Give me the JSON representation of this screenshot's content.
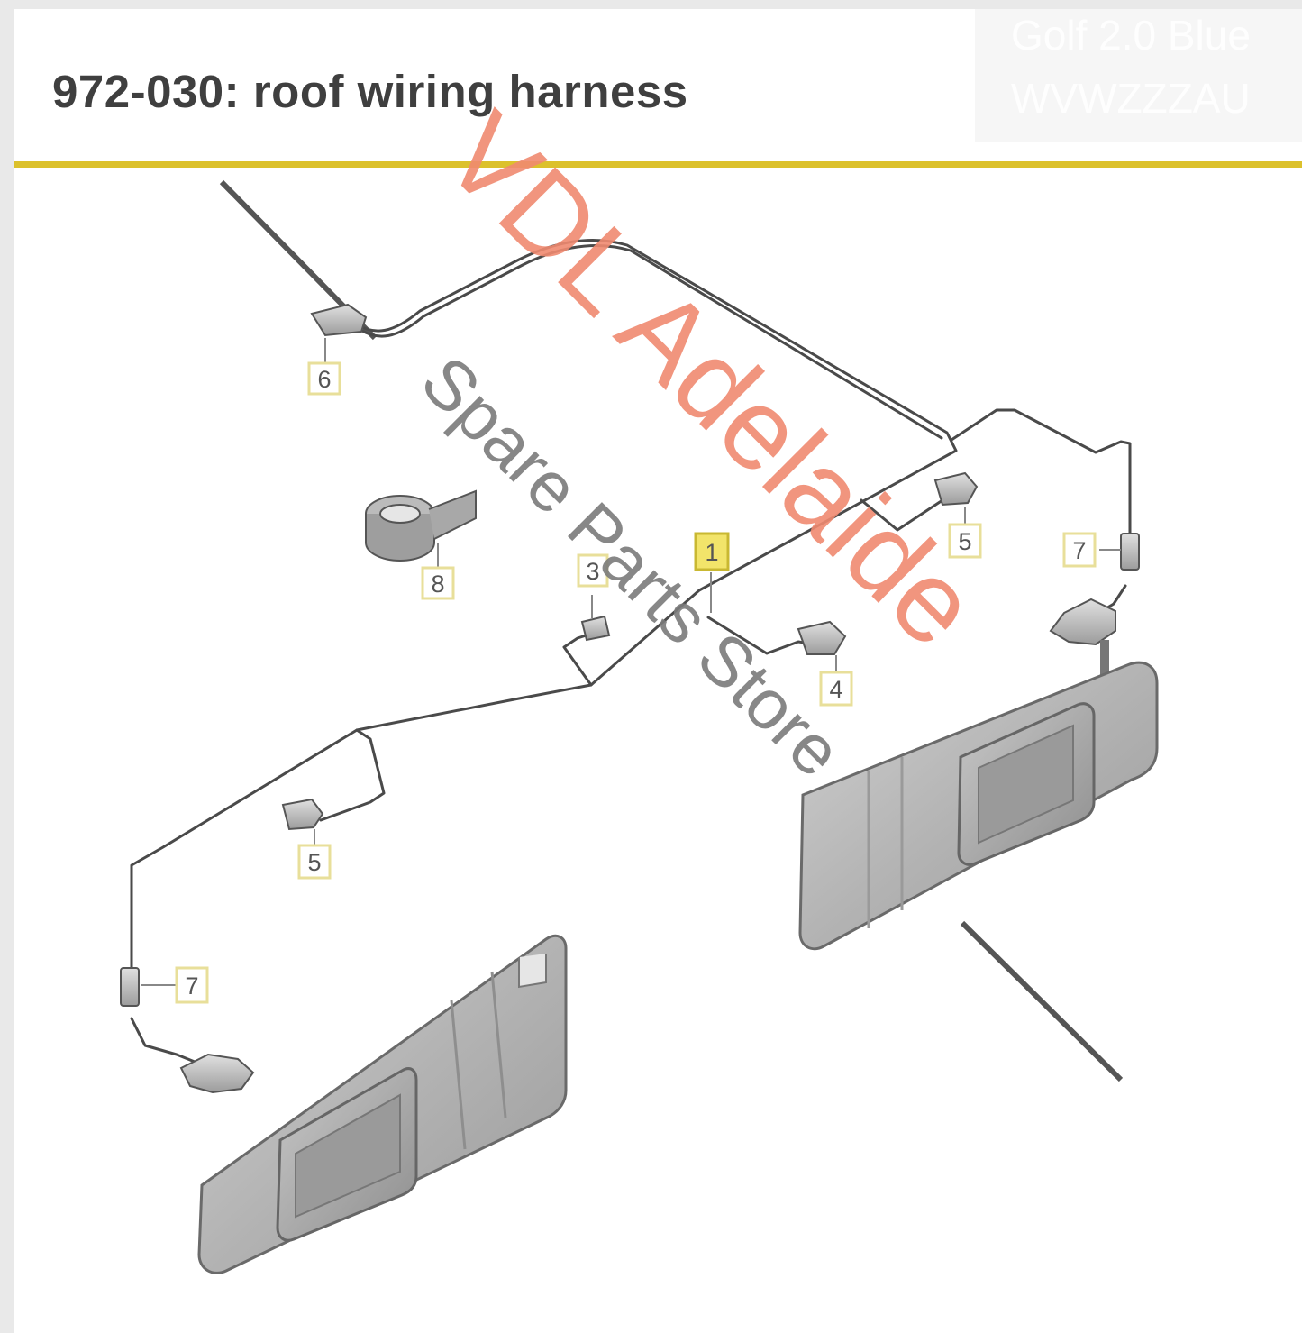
{
  "header": {
    "title": "972-030: roof wiring harness",
    "vehicle_line1": "Golf 2.0 Blue",
    "vehicle_line2": "WVWZZZAU"
  },
  "watermark": {
    "line1": "VDL Adelaide",
    "line2": "Spare Parts Store"
  },
  "callouts": [
    {
      "id": "1",
      "highlighted": true
    },
    {
      "id": "3",
      "highlighted": false
    },
    {
      "id": "4",
      "highlighted": false
    },
    {
      "id": "5",
      "highlighted": false
    },
    {
      "id": "5",
      "highlighted": false
    },
    {
      "id": "6",
      "highlighted": false
    },
    {
      "id": "7",
      "highlighted": false
    },
    {
      "id": "7",
      "highlighted": false
    },
    {
      "id": "8",
      "highlighted": false
    }
  ],
  "colors": {
    "accent_rule": "#dcc12c",
    "title_text": "#3f3f3f",
    "callout_border": "#e8df9a",
    "callout_highlight": "#f2e46a",
    "watermark_orange": "#ef8a70",
    "watermark_grey": "#7a7a7a",
    "part_grey": "#bdbdbd"
  }
}
